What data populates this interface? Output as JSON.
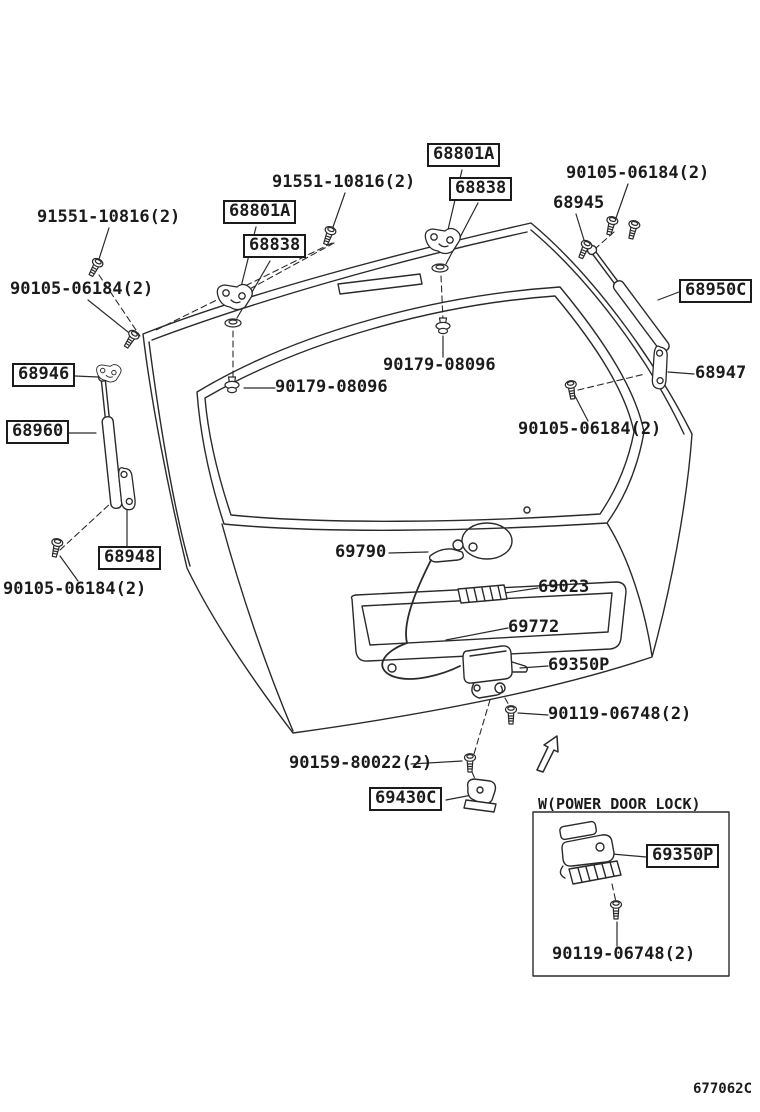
{
  "diagram": {
    "code": "677062C",
    "inset_title": "W(POWER DOOR LOCK)"
  },
  "labels": [
    {
      "text": "91551-10816(2)"
    },
    {
      "text": "68801A"
    },
    {
      "text": "68838"
    },
    {
      "text": "90105-06184(2)"
    },
    {
      "text": "68945"
    },
    {
      "text": "91551-10816(2)"
    },
    {
      "text": "68801A"
    },
    {
      "text": "68838"
    },
    {
      "text": "90105-06184(2)"
    },
    {
      "text": "68950C"
    },
    {
      "text": "68946"
    },
    {
      "text": "90179-08096"
    },
    {
      "text": "68947"
    },
    {
      "text": "90179-08096"
    },
    {
      "text": "90105-06184(2)"
    },
    {
      "text": "68960"
    },
    {
      "text": "68948"
    },
    {
      "text": "90105-06184(2)"
    },
    {
      "text": "69790"
    },
    {
      "text": "69023"
    },
    {
      "text": "69772"
    },
    {
      "text": "69350P"
    },
    {
      "text": "90119-06748(2)"
    },
    {
      "text": "90159-80022(2)"
    },
    {
      "text": "69430C"
    },
    {
      "text": "69350P"
    },
    {
      "text": "90119-06748(2)"
    }
  ]
}
